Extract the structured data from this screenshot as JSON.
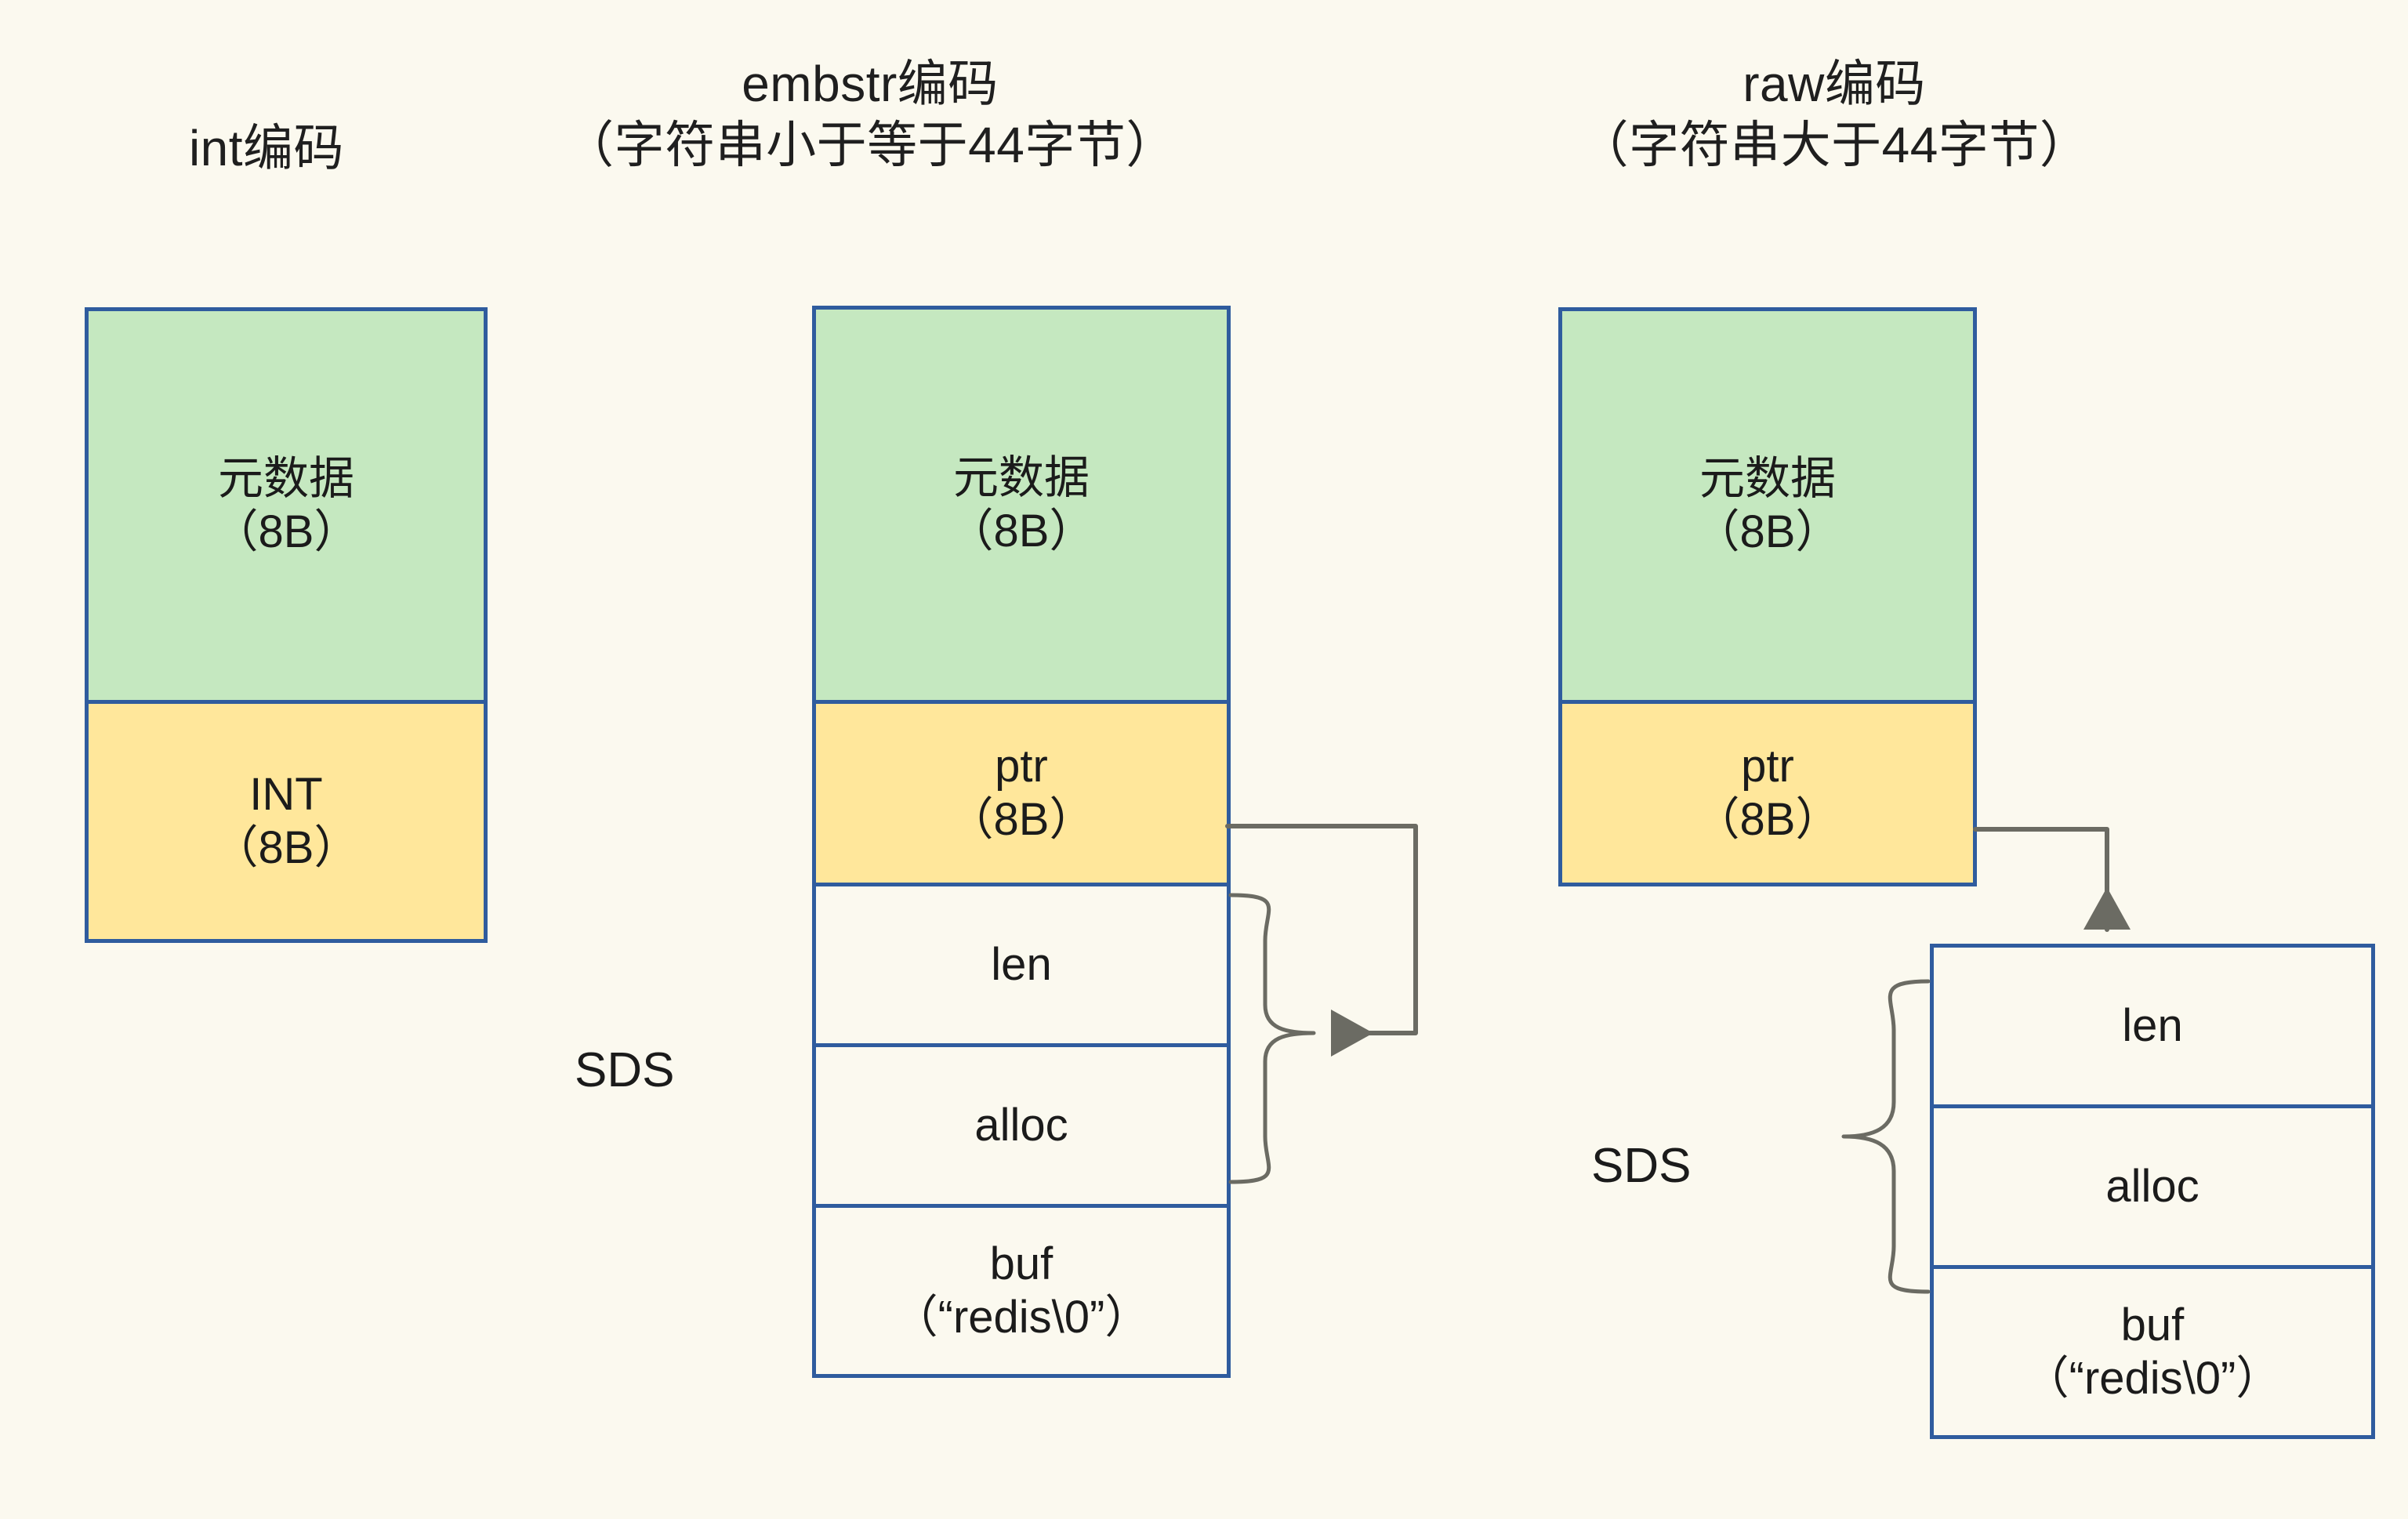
{
  "background_color": "#fbf9ef",
  "palette": {
    "metadata_fill": "#c5e8c0",
    "pointer_fill": "#ffe79b",
    "plain_fill": "#fbf9ef",
    "box_border": "#2f5c9e",
    "connector": "#6b6b63",
    "text": "#1b1b1b"
  },
  "columns": [
    {
      "id": "int",
      "heading": "int编码",
      "subheading": "",
      "cells": [
        {
          "line1": "元数据",
          "line2": "（8B）",
          "fill": "green"
        },
        {
          "line1": "INT",
          "line2": "（8B）",
          "fill": "yellow"
        }
      ]
    },
    {
      "id": "embstr",
      "heading": "embstr编码",
      "subheading": "（字符串小于等于44字节）",
      "sds_label": "SDS",
      "cells": [
        {
          "line1": "元数据",
          "line2": "（8B）",
          "fill": "green"
        },
        {
          "line1": "ptr",
          "line2": "（8B）",
          "fill": "yellow"
        },
        {
          "line1": "len",
          "line2": "",
          "fill": "plain"
        },
        {
          "line1": "alloc",
          "line2": "",
          "fill": "plain"
        },
        {
          "line1": "buf",
          "line2": "（“redis\\0”）",
          "fill": "plain"
        }
      ]
    },
    {
      "id": "raw",
      "heading": "raw编码",
      "subheading": "（字符串大于44字节）",
      "sds_label": "SDS",
      "cells": [
        {
          "line1": "元数据",
          "line2": "（8B）",
          "fill": "green"
        },
        {
          "line1": "ptr",
          "line2": "（8B）",
          "fill": "yellow"
        }
      ],
      "sds_cells": [
        {
          "line1": "len",
          "line2": "",
          "fill": "plain"
        },
        {
          "line1": "alloc",
          "line2": "",
          "fill": "plain"
        },
        {
          "line1": "buf",
          "line2": "（“redis\\0”）",
          "fill": "plain"
        }
      ]
    }
  ]
}
